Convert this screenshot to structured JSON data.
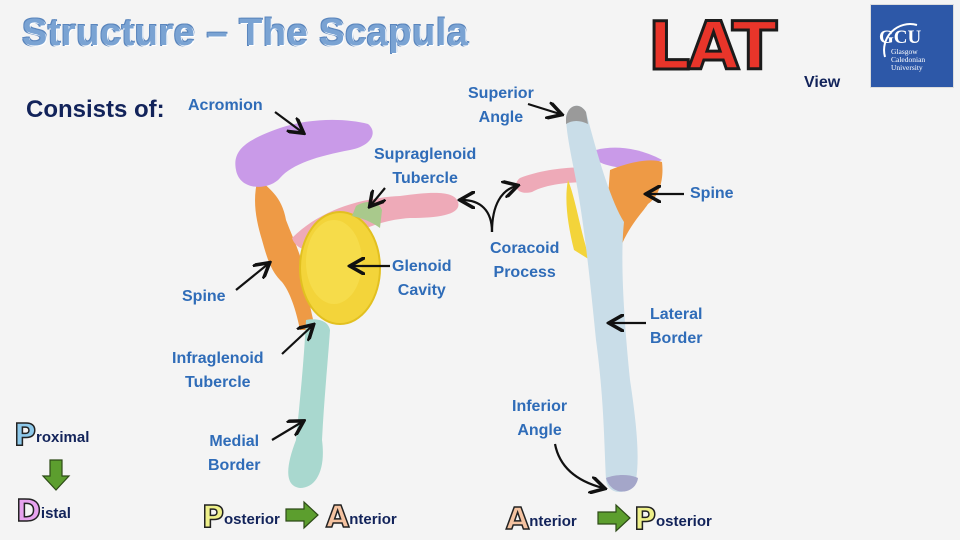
{
  "slide": {
    "title": "Structure – The Scapula",
    "subtitle": "Consists of:",
    "view_logo": {
      "letters": "LAT",
      "suffix": "View",
      "color": "#e8352a"
    },
    "institution_logo": {
      "abbr": "GCU",
      "name_line1": "Glasgow Caledonian",
      "name_line2": "University",
      "bg": "#2d58a8"
    }
  },
  "labels": {
    "acromion": "Acromion",
    "supraglenoid": "Supraglenoid\nTubercle",
    "glenoid": "Glenoid\nCavity",
    "spine_left": "Spine",
    "infraglenoid": "Infraglenoid\nTubercle",
    "medial_border": "Medial\nBorder",
    "coracoid": "Coracoid\nProcess",
    "superior_angle": "Superior\nAngle",
    "spine_right": "Spine",
    "lateral_border": "Lateral\nBorder",
    "inferior_angle": "Inferior\nAngle"
  },
  "legend": {
    "proximal": {
      "initial": "P",
      "rest": "roximal",
      "color": "#8ec9ea"
    },
    "distal": {
      "initial": "D",
      "rest": "istal",
      "color": "#e7a3ee"
    },
    "left_direction": {
      "from": {
        "initial": "P",
        "rest": "osterior",
        "color": "#eef08a"
      },
      "to": {
        "initial": "A",
        "rest": "nterior",
        "color": "#f5c3a1"
      }
    },
    "right_direction": {
      "from": {
        "initial": "A",
        "rest": "nterior",
        "color": "#f5c3a1"
      },
      "to": {
        "initial": "P",
        "rest": "osterior",
        "color": "#eef08a"
      }
    },
    "arrow_color": "#5c9e2e"
  },
  "colors": {
    "label_blue": "#2f6cb8",
    "acromion": "#c99ae8",
    "spine": "#ee9a45",
    "coracoid": "#eeaab8",
    "glenoid": "#f3d43a",
    "supraglenoid": "#a9c98c",
    "medial_border": "#a9d8cf",
    "lateral_view_bone": "#c9dde8",
    "angle_grey": "#9a9a9a",
    "inferior_angle": "#a4a6c9"
  }
}
